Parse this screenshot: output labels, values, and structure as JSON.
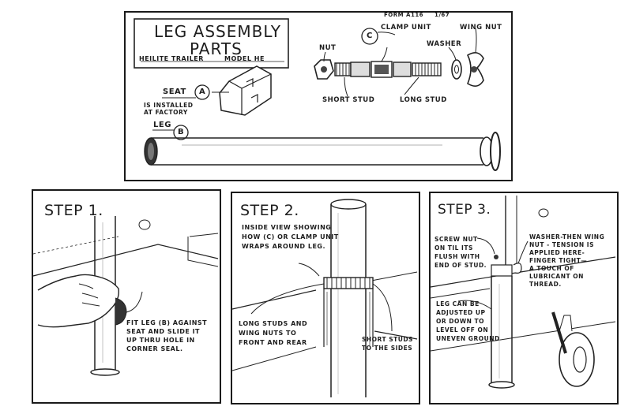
{
  "header": {
    "form_code": "FORM A116",
    "form_date": "1/67",
    "title_line1": "LEG ASSEMBLY",
    "title_line2": "PARTS",
    "trailer_name": "HEILITE TRAILER",
    "model": "MODEL HE"
  },
  "parts": {
    "seat_label": "SEAT",
    "seat_letter": "A",
    "seat_note": "IS INSTALLED\nAT FACTORY",
    "leg_label": "LEG",
    "leg_letter": "B",
    "clamp_letter": "C",
    "clamp_label": "CLAMP UNIT",
    "nut_label": "NUT",
    "washer_label": "WASHER",
    "wing_nut_label": "WING NUT",
    "short_stud_label": "SHORT STUD",
    "long_stud_label": "LONG STUD"
  },
  "steps": [
    {
      "title": "STEP 1.",
      "caption": "FIT LEG (B) AGAINST\nSEAT AND SLIDE IT\nUP THRU HOLE IN\nCORNER SEAL."
    },
    {
      "title": "STEP 2.",
      "caption_top": "INSIDE VIEW SHOWING\nHOW (C) OR CLAMP UNIT\nWRAPS AROUND LEG.",
      "caption_left": "LONG STUDS AND\nWING NUTS TO\nFRONT AND REAR",
      "caption_right": "SHORT STUDS\nTO THE SIDES"
    },
    {
      "title": "STEP 3.",
      "caption_screw": "SCREW NUT\nON TIL ITS\nFLUSH WITH\nEND OF STUD.",
      "caption_washer": "WASHER-THEN WING\nNUT - TENSION IS\nAPPLIED HERE-\nFINGER TIGHT—\nA TOUCH OF\nLUBRICANT ON\nTHREAD.",
      "caption_leg": "LEG CAN BE\nADJUSTED UP\nOR DOWN TO\nLEVEL OFF ON\nUNEVEN GROUND"
    }
  ]
}
